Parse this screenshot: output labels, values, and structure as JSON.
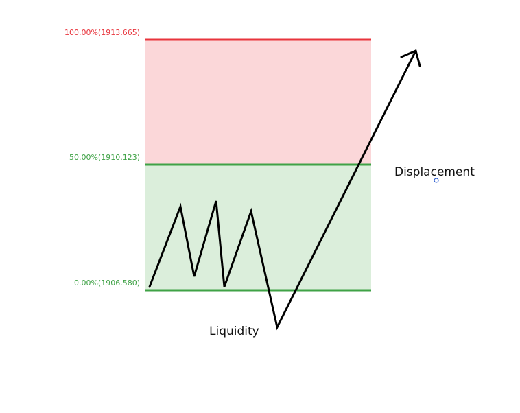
{
  "fib_levels": [
    {
      "label": "100.00%(1913.665)",
      "color": "#e8343c",
      "fill": "#fbd7d9"
    },
    {
      "label": "50.00%(1910.123)",
      "color": "#3fa246",
      "fill": "#dbeedb"
    },
    {
      "label": "0.00%(1906.580)",
      "color": "#3fa246"
    }
  ],
  "annotations": {
    "displacement": "Displacement",
    "liquidity": "Liquidity"
  },
  "colors": {
    "price_path": "#000000",
    "anchor_point": "#2f5fd0"
  },
  "icons": [
    "arrow-head-icon",
    "anchor-point-icon"
  ]
}
